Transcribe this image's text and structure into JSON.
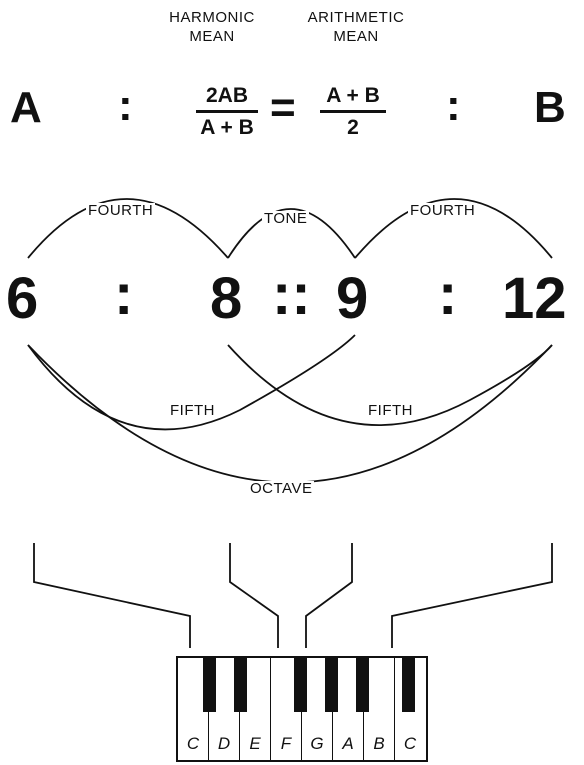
{
  "header": {
    "harmonic": [
      "HARMONIC",
      "MEAN"
    ],
    "arithmetic": [
      "ARITHMETIC",
      "MEAN"
    ]
  },
  "formula": {
    "a": "A",
    "colon": ":",
    "harmonic_num": "2AB",
    "harmonic_den": "A + B",
    "equals": "=",
    "arith_num": "A + B",
    "arith_den": "2",
    "b": "B"
  },
  "ratio": {
    "n1": "6",
    "n2": "8",
    "n3": "9",
    "n4": "12",
    "colon": ":",
    "double_colon": "::"
  },
  "intervals": {
    "fourth_left": "FOURTH",
    "tone": "TONE",
    "fourth_right": "FOURTH",
    "fifth_left": "FIFTH",
    "fifth_right": "FIFTH",
    "octave": "OCTAVE"
  },
  "keyboard": {
    "white_keys": [
      "C",
      "D",
      "E",
      "F",
      "G",
      "A",
      "B",
      "C"
    ]
  }
}
